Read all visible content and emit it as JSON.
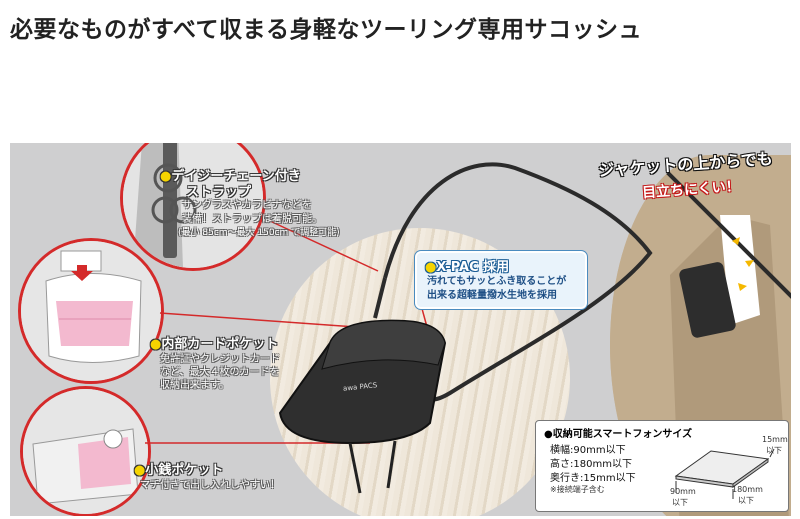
{
  "page_title": "必要なものがすべて収まる身軽なツーリング専用サコッシュ",
  "features": {
    "strap": {
      "title_line1": "デイジーチェーン付き",
      "title_line2": "ストラップ",
      "desc_line1": "サングラスやカラビナなどを",
      "desc_line2": "装備！ストラップは着脱可能。",
      "desc_line3": "(最小 85cm～最大 150cm で調整可能)"
    },
    "card_pocket": {
      "title": "内部カードポケット",
      "desc_line1": "免許証やクレジットカード",
      "desc_line2": "など、最大４枚のカードを",
      "desc_line3": "収納出来ます。"
    },
    "coin_pocket": {
      "title": "小銭ポケット",
      "desc": "マチ付きで出し入れしやすい！"
    },
    "xpac": {
      "title": "X-PAC 採用",
      "desc_line1": "汚れてもサッとふき取ることが",
      "desc_line2": "出来る超軽量撥水生地を採用"
    }
  },
  "jacket_callout": {
    "line1": "ジャケットの上からでも",
    "line2": "目立ちにくい！"
  },
  "bag_logo": "awa PACS",
  "spec_box": {
    "title": "収納可能スマートフォンサイズ",
    "width_label": "横幅",
    "width_value": ":90mm以下",
    "height_label": "高さ",
    "height_value": ":180mm以下",
    "depth_label": "奥行き",
    "depth_value": ":15mm以下",
    "note": "※接続端子含む",
    "dim_15_a": "15mm",
    "dim_15_b": "以下",
    "dim_180_a": "180mm",
    "dim_180_b": "以下",
    "dim_90_a": "90mm",
    "dim_90_b": "以下"
  },
  "colors": {
    "panel_bg": "#cfcfd0",
    "accent_red": "#d42a2a",
    "bullet_yellow": "#f5d400",
    "xpac_blue": "#1e4f85"
  }
}
